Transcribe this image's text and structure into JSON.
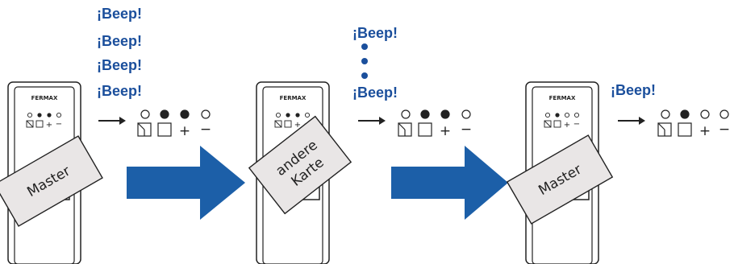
{
  "beep_text": "¡Beep!",
  "brand": "FERMAX",
  "colors": {
    "beep": "#1b4f9c",
    "arrow": "#1c5fa8",
    "card": "#e9e6e6"
  },
  "steps": [
    {
      "card_lines": [
        "Master"
      ],
      "beeps": [
        "¡Beep!",
        "¡Beep!",
        "¡Beep!",
        "¡Beep!"
      ],
      "leds": [
        false,
        true,
        true,
        false
      ]
    },
    {
      "card_lines": [
        "andere",
        "Karte"
      ],
      "beeps": [
        "¡Beep!",
        "¡Beep!"
      ],
      "leds": [
        false,
        true,
        true,
        false
      ]
    },
    {
      "card_lines": [
        "Master"
      ],
      "beeps": [
        "¡Beep!"
      ],
      "leds": [
        false,
        true,
        false,
        false
      ]
    }
  ],
  "indicator_symbols": [
    "door",
    "square",
    "+",
    "−"
  ]
}
